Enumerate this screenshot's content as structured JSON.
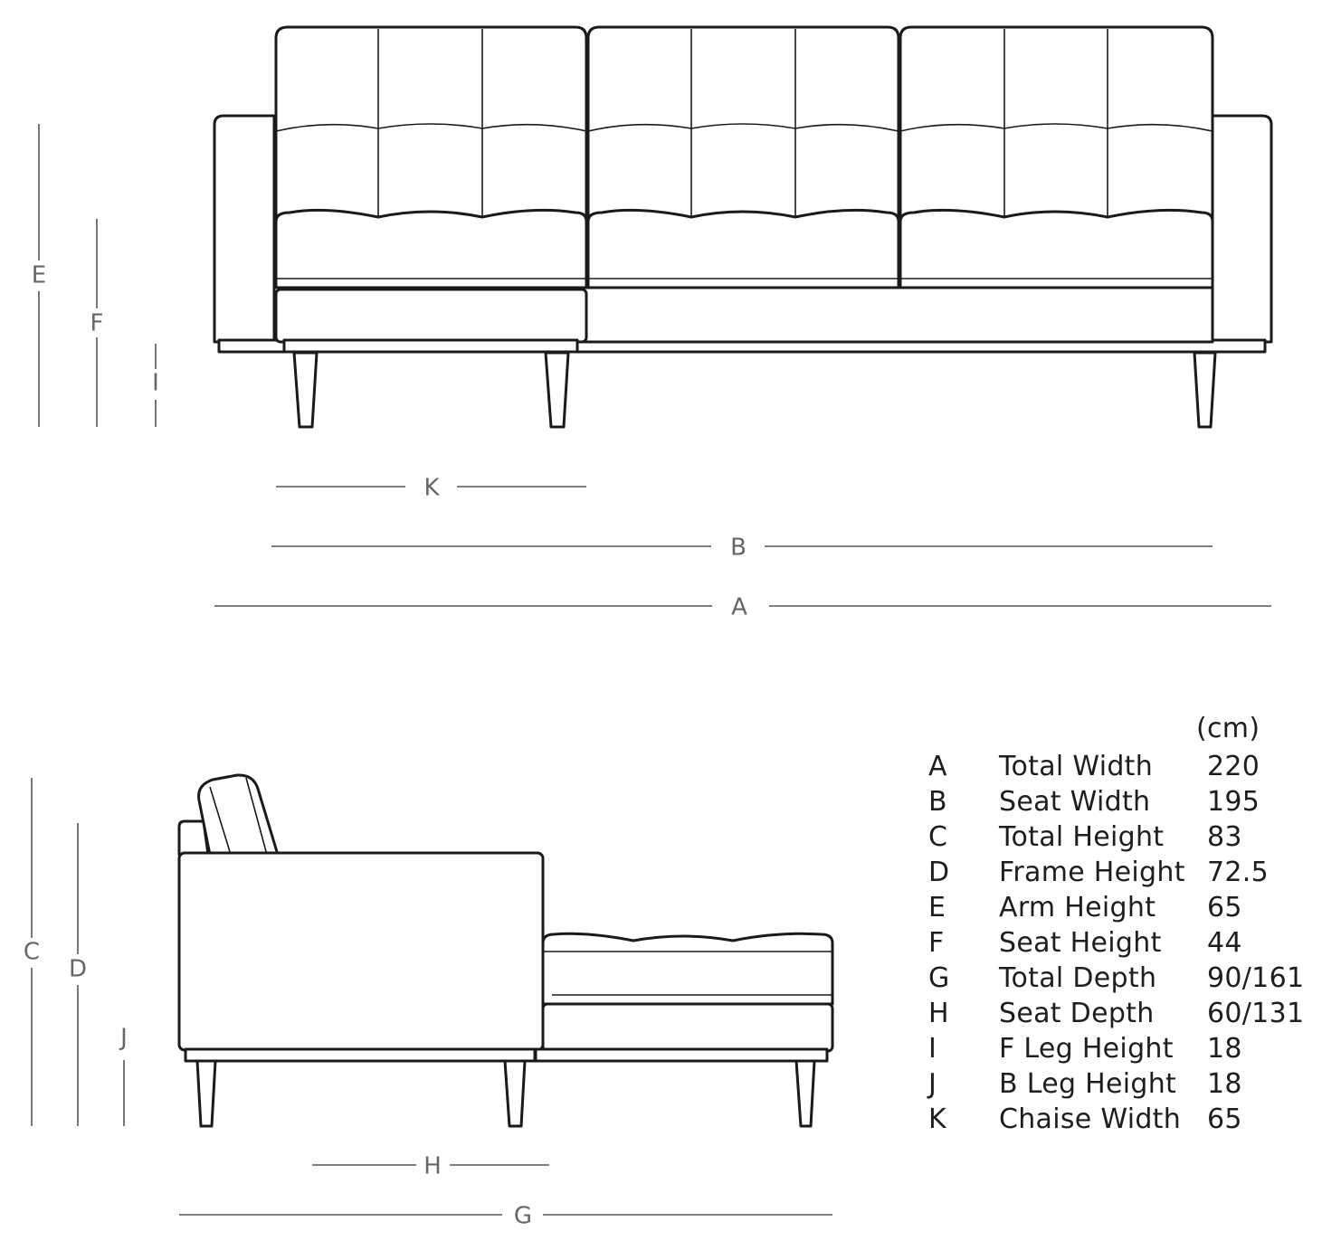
{
  "front_view_labels": {
    "E": "E",
    "F": "F",
    "I": "I",
    "K": "K",
    "B": "B",
    "A": "A"
  },
  "side_view_labels": {
    "C": "C",
    "D": "D",
    "J": "J",
    "H": "H",
    "G": "G"
  },
  "spec_table": {
    "unit": "(cm)",
    "rows": [
      {
        "key": "A",
        "name": "Total Width",
        "value": "220"
      },
      {
        "key": "B",
        "name": "Seat Width",
        "value": "195"
      },
      {
        "key": "C",
        "name": "Total Height",
        "value": "83"
      },
      {
        "key": "D",
        "name": "Frame Height",
        "value": "72.5"
      },
      {
        "key": "E",
        "name": "Arm Height",
        "value": "65"
      },
      {
        "key": "F",
        "name": "Seat Height",
        "value": "44"
      },
      {
        "key": "G",
        "name": "Total Depth",
        "value": "90/161"
      },
      {
        "key": "H",
        "name": "Seat Depth",
        "value": "60/131"
      },
      {
        "key": "I",
        "name": "F Leg Height",
        "value": "18"
      },
      {
        "key": "J",
        "name": "B Leg Height",
        "value": "18"
      },
      {
        "key": "K",
        "name": "Chaise Width",
        "value": "65"
      }
    ]
  }
}
